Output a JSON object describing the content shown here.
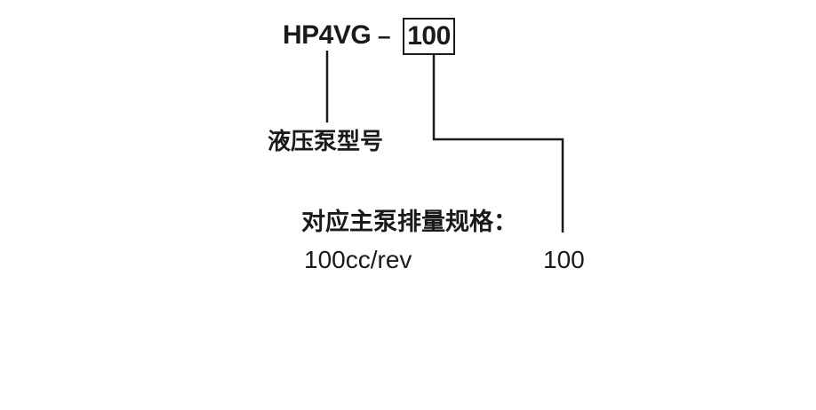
{
  "diagram": {
    "model_code": {
      "prefix": "HP4VG",
      "separator": "–",
      "boxed_value": "100"
    },
    "labels": {
      "pump_model": "液压泵型号",
      "displacement_heading": "对应主泵排量规格：",
      "displacement_value": "100cc/rev",
      "displacement_code": "100"
    },
    "colors": {
      "text": "#1a1a1a",
      "line": "#1a1a1a",
      "background": "#ffffff"
    }
  }
}
